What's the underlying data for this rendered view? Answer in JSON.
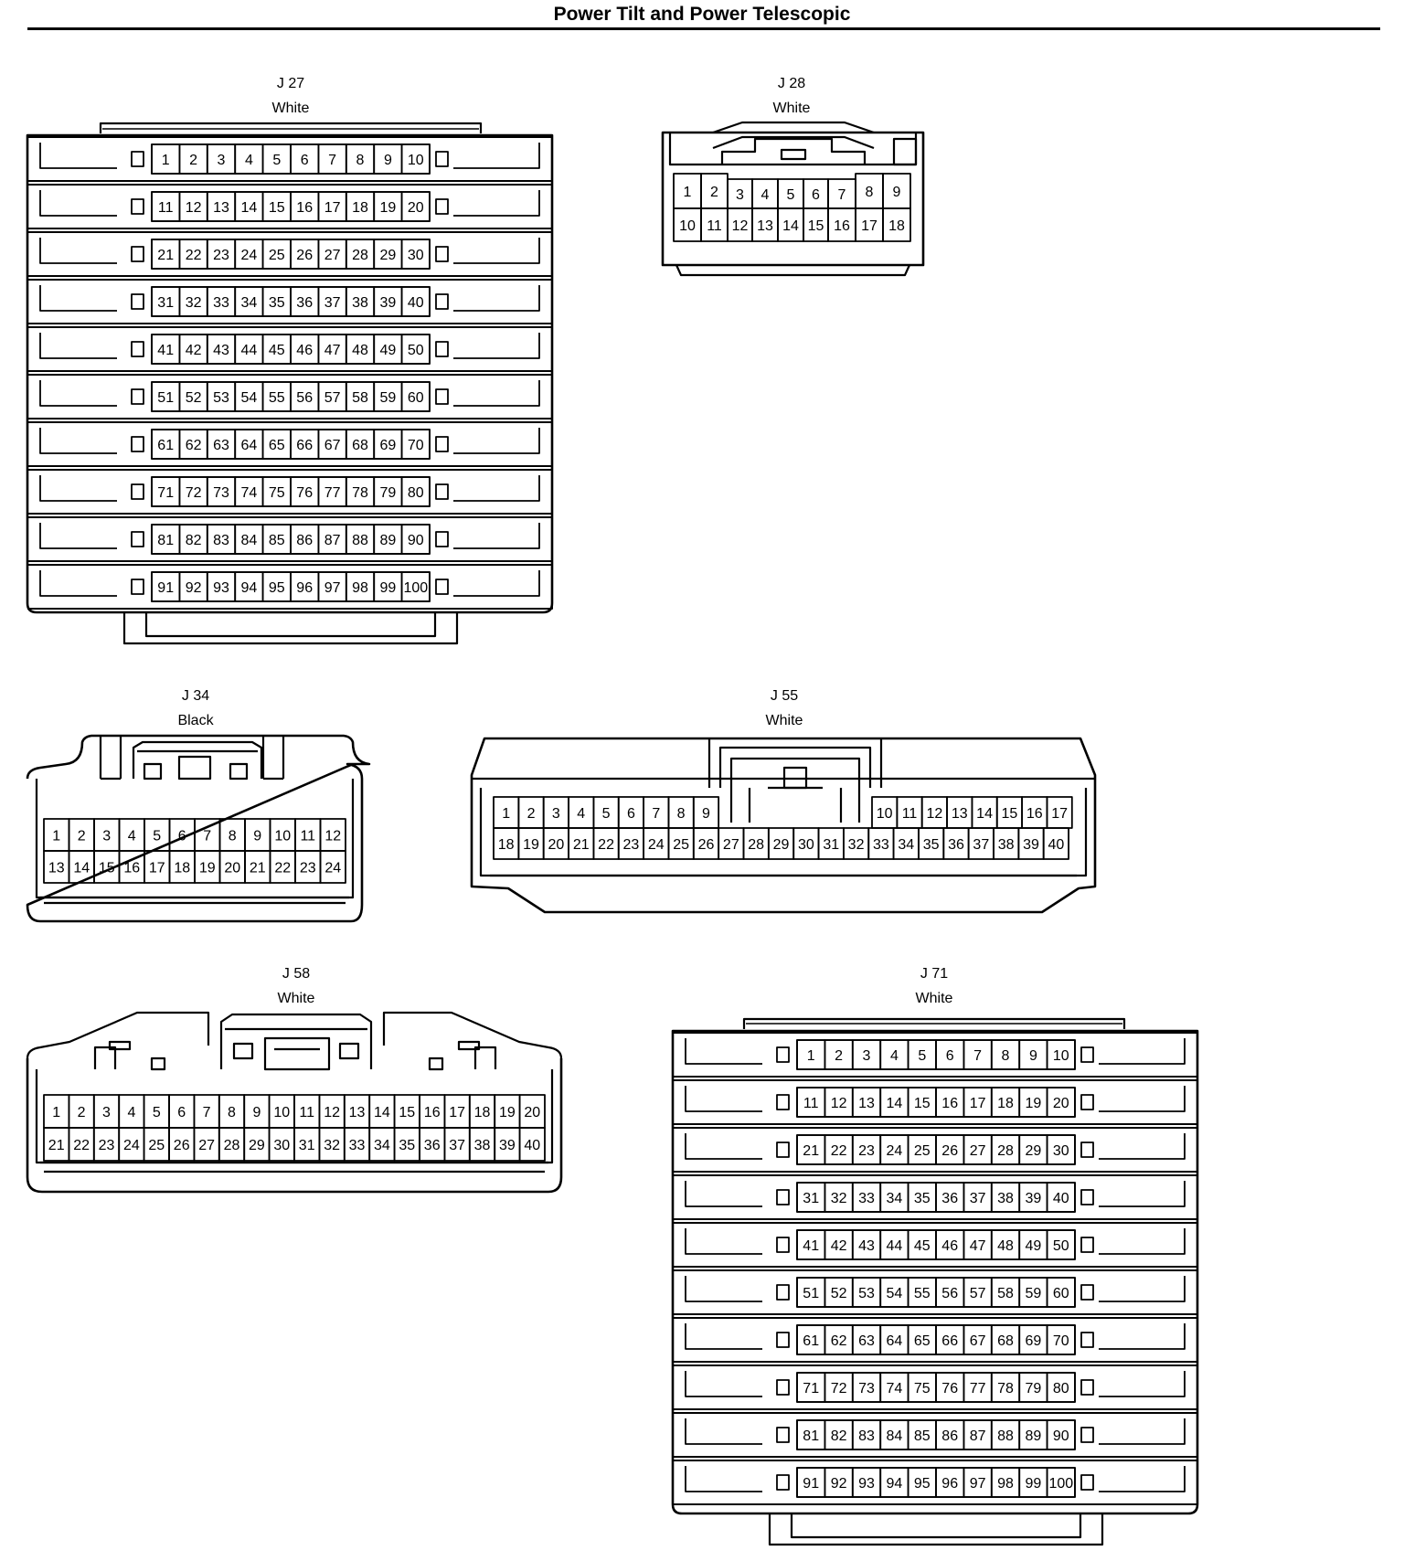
{
  "page": {
    "title": "Power Tilt and Power Telescopic"
  },
  "connectors": [
    {
      "id": "J 27",
      "color": "White",
      "pins": 100
    },
    {
      "id": "J 28",
      "color": "White",
      "pins": 18
    },
    {
      "id": "J 34",
      "color": "Black",
      "pins": 24
    },
    {
      "id": "J 55",
      "color": "White",
      "pins": 40
    },
    {
      "id": "J 58",
      "color": "White",
      "pins": 40
    },
    {
      "id": "J 71",
      "color": "White",
      "pins": 100
    }
  ]
}
